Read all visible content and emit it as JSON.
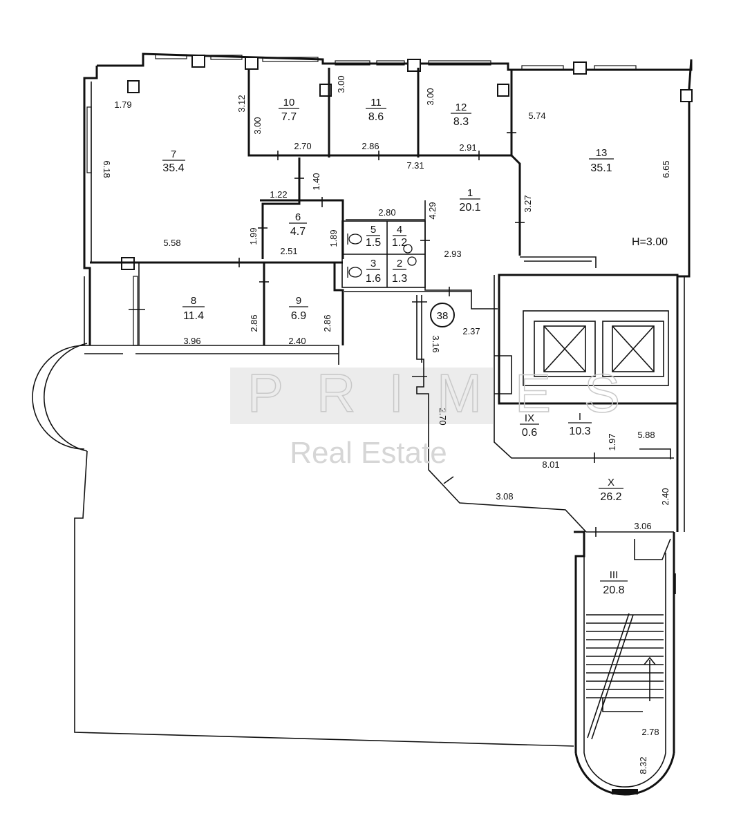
{
  "rooms": [
    {
      "id": "7",
      "num": "7",
      "area": "35.4"
    },
    {
      "id": "10",
      "num": "10",
      "area": "7.7"
    },
    {
      "id": "11",
      "num": "11",
      "area": "8.6"
    },
    {
      "id": "12",
      "num": "12",
      "area": "8.3"
    },
    {
      "id": "13",
      "num": "13",
      "area": "35.1"
    },
    {
      "id": "1",
      "num": "1",
      "area": "20.1"
    },
    {
      "id": "6",
      "num": "6",
      "area": "4.7"
    },
    {
      "id": "5",
      "num": "5",
      "area": "1.5"
    },
    {
      "id": "4",
      "num": "4",
      "area": "1.2"
    },
    {
      "id": "3",
      "num": "3",
      "area": "1.6"
    },
    {
      "id": "2",
      "num": "2",
      "area": "1.3"
    },
    {
      "id": "8",
      "num": "8",
      "area": "11.4"
    },
    {
      "id": "9",
      "num": "9",
      "area": "6.9"
    },
    {
      "id": "IX",
      "num": "IX",
      "area": "0.6"
    },
    {
      "id": "I",
      "num": "I",
      "area": "10.3"
    },
    {
      "id": "X",
      "num": "X",
      "area": "26.2"
    },
    {
      "id": "III",
      "num": "III",
      "area": "20.8"
    }
  ],
  "dimensions": [
    "1.79",
    "3.12",
    "3.00",
    "2.70",
    "3.00",
    "2.86",
    "3.00",
    "2.91",
    "5.74",
    "6.65",
    "6.18",
    "7.31",
    "1.40",
    "1.22",
    "3.27",
    "4.29",
    "2.80",
    "1.99",
    "2.51",
    "1.89",
    "5.58",
    "2.93",
    "2.86",
    "3.96",
    "2.86",
    "2.40",
    "2.37",
    "3.16",
    "2.70",
    "1.97",
    "5.88",
    "8.01",
    "2.40",
    "3.08",
    "3.06",
    "2.78",
    "8.32"
  ],
  "ceiling_height": "H=3.00",
  "unit_number": "38",
  "watermark": {
    "brand": "PRIMES",
    "subtitle": "Real Estate"
  }
}
